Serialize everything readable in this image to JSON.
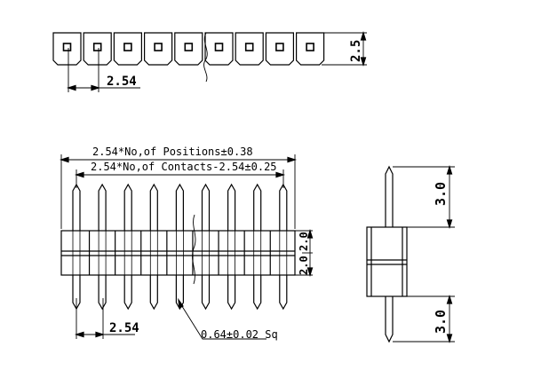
{
  "pin_count": 9,
  "labels": {
    "top_pitch": "2.54",
    "top_height": "2.5",
    "overall_length": "2.54*No,of Positions±0.38",
    "contacts_length": "2.54*No,of Contacts-2.54±0.25",
    "body_height_upper": "2.0",
    "body_height_lower": "2.0",
    "front_pitch": "2.54",
    "pin_size": "0.64±0.02 Sq",
    "side_upper_length": "3.0",
    "side_lower_length": "3.0"
  }
}
